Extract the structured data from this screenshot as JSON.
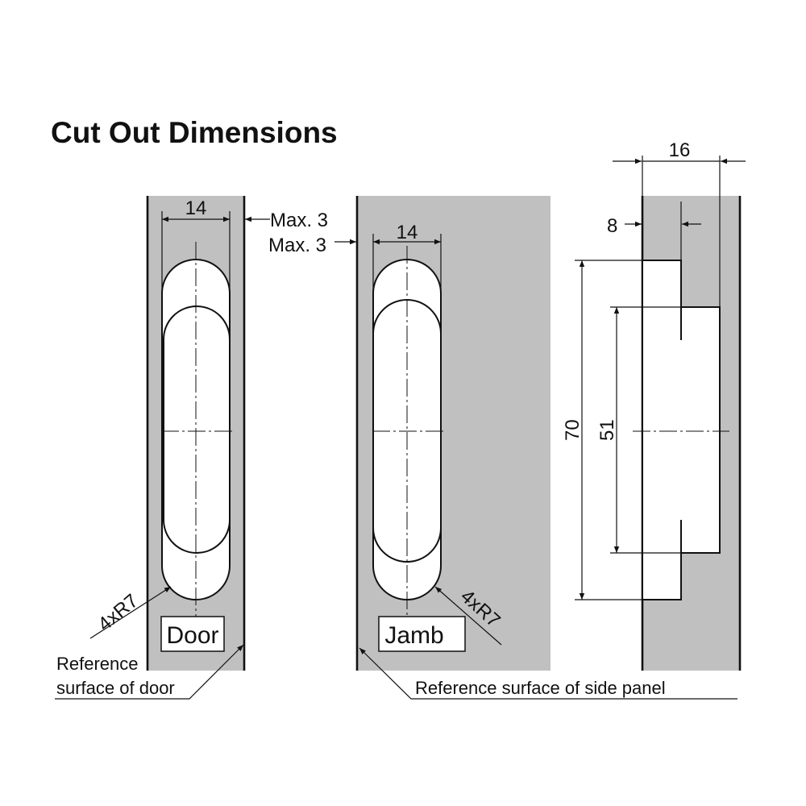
{
  "title": "Cut Out Dimensions",
  "door": {
    "width_dim": "14",
    "max_label": "Max. 3",
    "radius_label": "4xR7",
    "label": "Door",
    "reference_line1": "Reference",
    "reference_line2": "surface of door"
  },
  "jamb": {
    "width_dim": "14",
    "max_label": "Max. 3",
    "radius_label": "4xR7",
    "label": "Jamb",
    "reference": "Reference surface of side panel"
  },
  "side": {
    "depth_dim": "16",
    "step_dim": "8",
    "outer_height_dim": "70",
    "inner_height_dim": "51"
  },
  "colors": {
    "panel": "#c0c0c0",
    "line": "#111111"
  }
}
